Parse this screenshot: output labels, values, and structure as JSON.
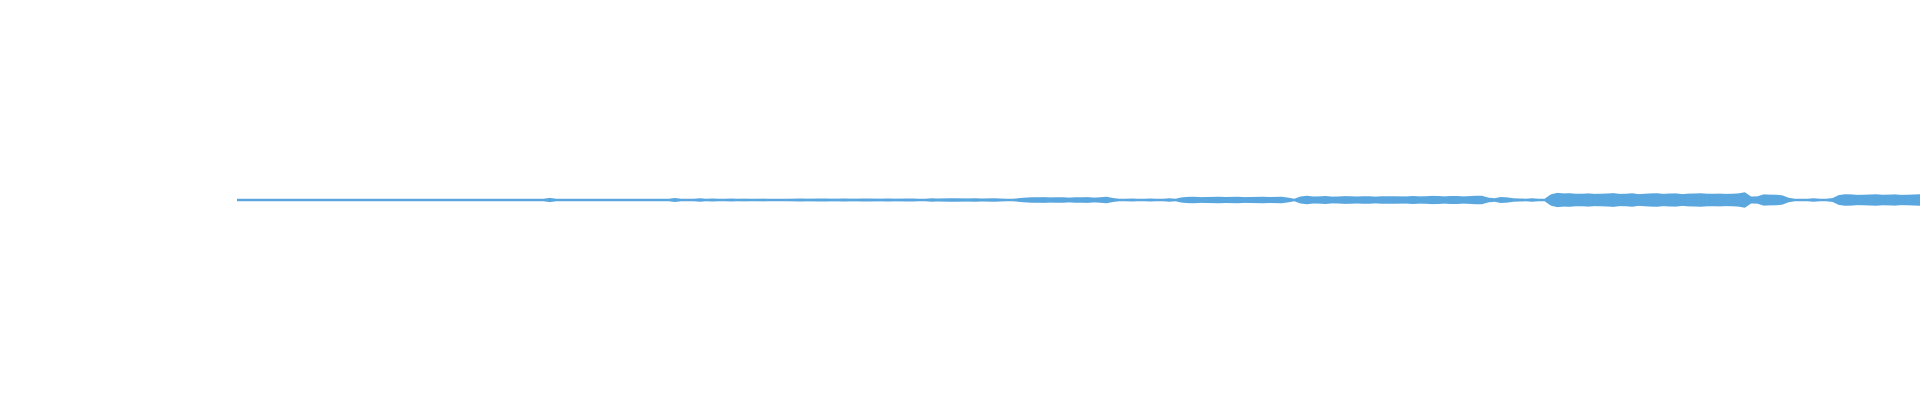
{
  "waveform": {
    "color": "#5aa6de",
    "played_fraction": 0.0,
    "amplitude_profile": [
      0.04,
      0.05,
      0.05,
      0.04,
      0.05,
      0.05,
      0.04,
      0.05,
      0.05,
      0.04,
      0.05,
      0.05,
      0.04,
      0.05,
      0.05,
      0.04,
      0.05,
      0.05,
      0.04,
      0.05,
      0.05,
      0.04,
      0.05,
      0.05,
      0.04,
      0.05,
      0.05,
      0.04,
      0.05,
      0.05,
      0.04,
      0.05,
      0.05,
      0.04,
      0.05,
      0.05,
      0.04,
      0.05,
      0.05,
      0.05,
      0.05,
      0.05,
      0.04,
      0.05,
      0.05,
      0.04,
      0.05,
      0.05,
      0.02,
      0.04,
      0.12,
      0.04,
      0.02,
      0.05,
      0.06,
      0.05,
      0.06,
      0.06,
      0.05,
      0.06,
      0.06,
      0.05,
      0.06,
      0.06,
      0.06,
      0.06,
      0.05,
      0.06,
      0.06,
      0.06,
      0.12,
      0.06,
      0.05,
      0.06,
      0.1,
      0.07,
      0.08,
      0.07,
      0.07,
      0.08,
      0.07,
      0.08,
      0.07,
      0.07,
      0.08,
      0.07,
      0.06,
      0.05,
      0.07,
      0.08,
      0.08,
      0.08,
      0.08,
      0.08,
      0.08,
      0.08,
      0.08,
      0.08,
      0.08,
      0.08,
      0.08,
      0.08,
      0.08,
      0.08,
      0.08,
      0.08,
      0.08,
      0.08,
      0.08,
      0.07,
      0.06,
      0.09,
      0.09,
      0.09,
      0.09,
      0.09,
      0.09,
      0.09,
      0.09,
      0.09,
      0.09,
      0.09,
      0.08,
      0.06,
      0.05,
      0.1,
      0.14,
      0.15,
      0.15,
      0.15,
      0.15,
      0.15,
      0.15,
      0.14,
      0.15,
      0.15,
      0.15,
      0.14,
      0.15,
      0.17,
      0.12,
      0.06,
      0.05,
      0.08,
      0.07,
      0.06,
      0.08,
      0.07,
      0.06,
      0.1,
      0.05,
      0.15,
      0.17,
      0.17,
      0.17,
      0.17,
      0.17,
      0.17,
      0.17,
      0.17,
      0.17,
      0.17,
      0.17,
      0.17,
      0.17,
      0.17,
      0.17,
      0.17,
      0.14,
      0.05,
      0.19,
      0.22,
      0.2,
      0.2,
      0.21,
      0.2,
      0.2,
      0.21,
      0.2,
      0.2,
      0.21,
      0.2,
      0.2,
      0.21,
      0.2,
      0.2,
      0.21,
      0.2,
      0.21,
      0.21,
      0.21,
      0.22,
      0.21,
      0.21,
      0.22,
      0.21,
      0.21,
      0.22,
      0.23,
      0.22,
      0.14,
      0.1,
      0.16,
      0.15,
      0.1,
      0.08,
      0.07,
      0.1,
      0.07,
      0.05,
      0.33,
      0.4,
      0.36,
      0.35,
      0.36,
      0.35,
      0.35,
      0.36,
      0.35,
      0.35,
      0.36,
      0.35,
      0.35,
      0.36,
      0.35,
      0.35,
      0.36,
      0.35,
      0.35,
      0.36,
      0.35,
      0.35,
      0.36,
      0.35,
      0.35,
      0.36,
      0.35,
      0.34,
      0.36,
      0.35,
      0.36,
      0.4,
      0.2,
      0.2,
      0.3,
      0.32,
      0.3,
      0.25,
      0.12,
      0.06,
      0.05,
      0.04,
      0.1,
      0.04,
      0.05,
      0.1,
      0.28,
      0.32,
      0.3,
      0.3,
      0.3,
      0.3,
      0.3,
      0.3,
      0.3,
      0.3,
      0.3,
      0.3,
      0.3,
      0.3
    ]
  }
}
